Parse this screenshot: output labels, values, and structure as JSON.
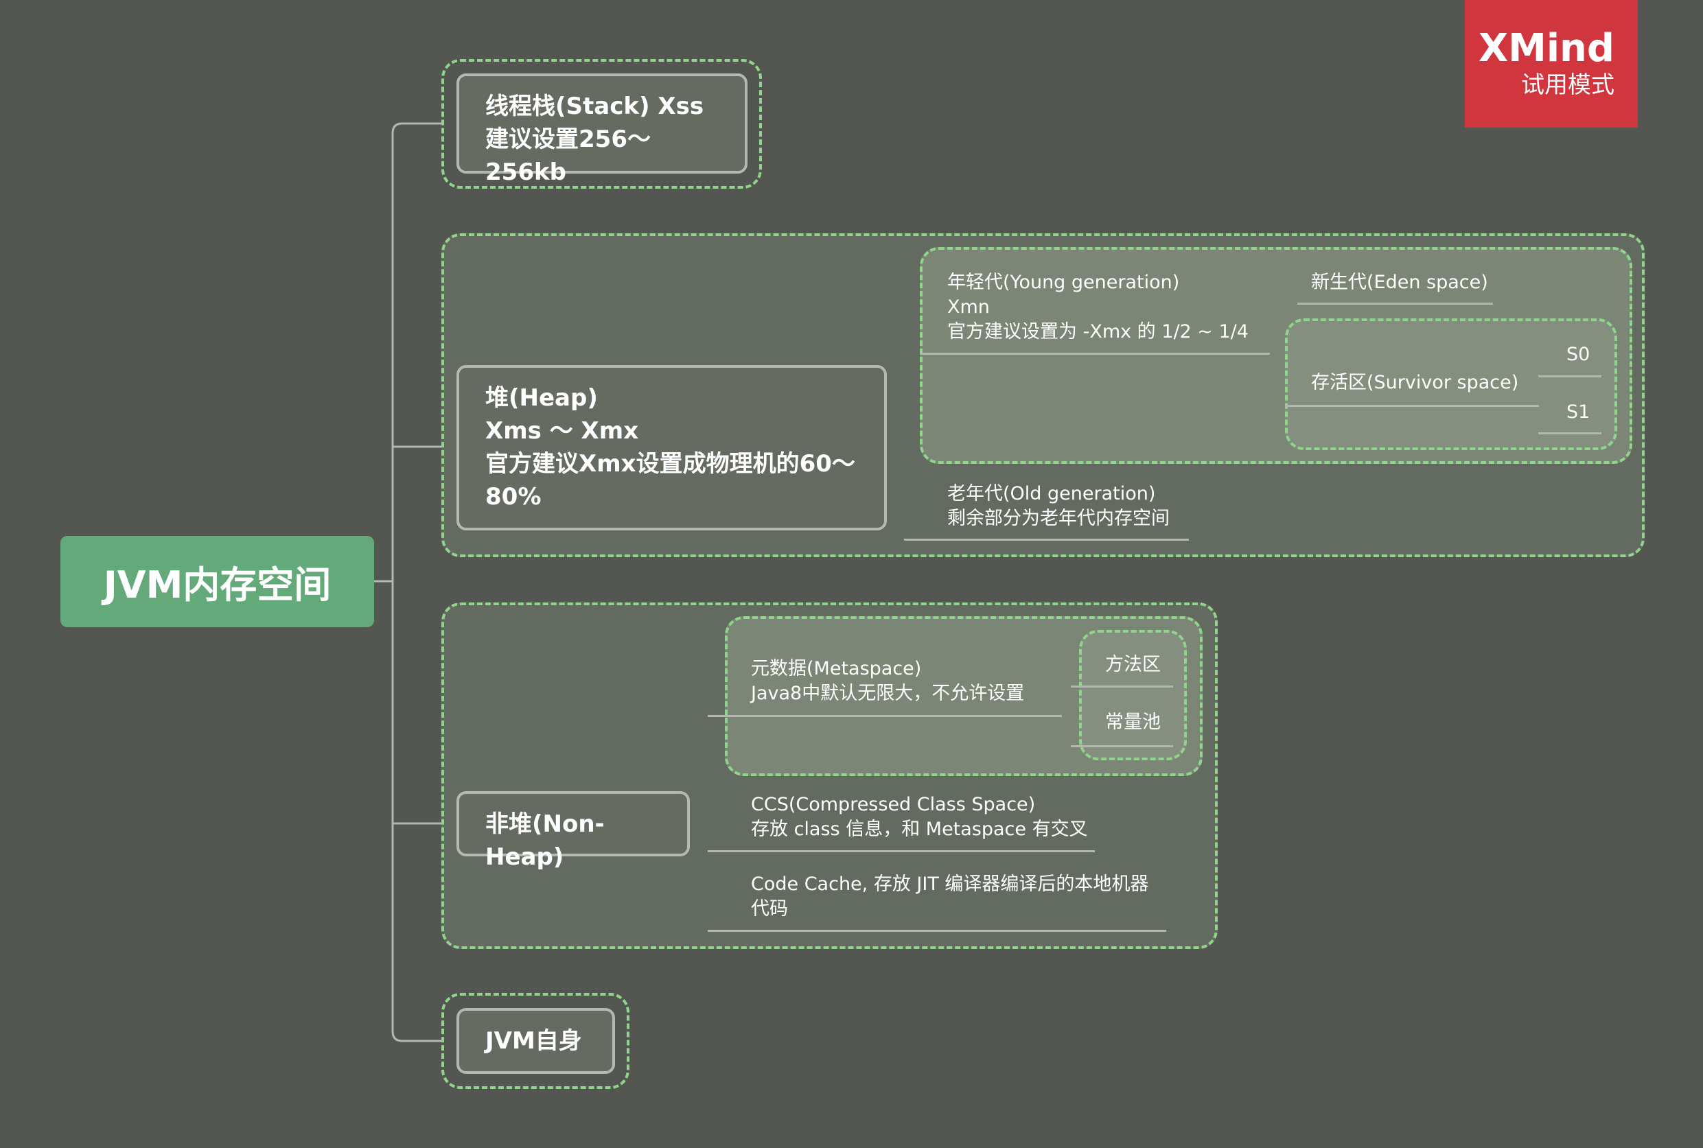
{
  "watermark": {
    "brand": "XMind",
    "mode": "试用模式"
  },
  "root": {
    "label": "JVM内存空间"
  },
  "branches": {
    "stack": {
      "label": "线程栈(Stack)  Xss\n建议设置256～256kb"
    },
    "heap": {
      "label": "堆(Heap)\nXms ～ Xmx\n官方建议Xmx设置成物理机的60～\n80%",
      "young": {
        "label": "年轻代(Young generation)\nXmn\n官方建议设置为 -Xmx 的 1/2 ~ 1/4",
        "eden": "新生代(Eden space)",
        "survivor": {
          "label": "存活区(Survivor space)",
          "s0": "S0",
          "s1": "S1"
        }
      },
      "old": {
        "label": "老年代(Old generation)\n剩余部分为老年代内存空间"
      }
    },
    "nonheap": {
      "label": "非堆(Non-Heap)",
      "metaspace": {
        "label": "元数据(Metaspace)\nJava8中默认无限大，不允许设置",
        "method_area": "方法区",
        "constant_pool": "常量池"
      },
      "ccs": {
        "label": "CCS(Compressed Class Space)\n存放 class 信息，和 Metaspace 有交叉"
      },
      "code_cache": {
        "label": "Code Cache, 存放 JIT 编译器编译后的本地机器\n代码"
      }
    },
    "self": {
      "label": "JVM自身"
    }
  }
}
